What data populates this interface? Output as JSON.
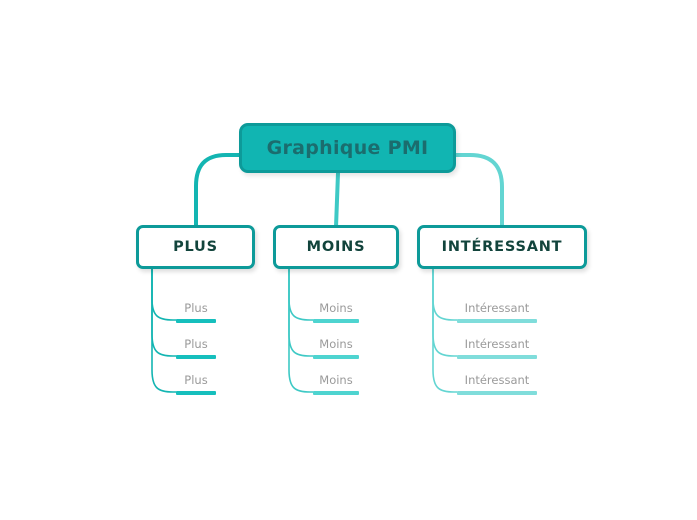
{
  "diagram": {
    "title": "Graphique PMI",
    "type": "mind-map",
    "background_color": "#ffffff"
  },
  "root": {
    "label": "Graphique PMI",
    "fill_color": "#11b5b2",
    "border_color": "#0d9a99",
    "text_color": "#1b6d6e"
  },
  "branches": [
    {
      "label": "PLUS",
      "connector_color": "#13b5b2",
      "bar_color": "#16bfbd",
      "leaves": [
        {
          "label": "Plus"
        },
        {
          "label": "Plus"
        },
        {
          "label": "Plus"
        }
      ]
    },
    {
      "label": "MOINS",
      "connector_color": "#3ec9c5",
      "bar_color": "#4ed4d0",
      "leaves": [
        {
          "label": "Moins"
        },
        {
          "label": "Moins"
        },
        {
          "label": "Moins"
        }
      ]
    },
    {
      "label": "INTÉRESSANT",
      "connector_color": "#63d5d2",
      "bar_color": "#80dddb",
      "leaves": [
        {
          "label": "Intéressant"
        },
        {
          "label": "Intéressant"
        },
        {
          "label": "Intéressant"
        }
      ]
    }
  ],
  "palette": {
    "teal_dark": "#0d9a99",
    "teal": "#11b5b2",
    "teal_mid": "#3ec9c5",
    "teal_light": "#80dddb",
    "leaf_text": "#9a9a9a",
    "branch_text": "#12443c"
  }
}
